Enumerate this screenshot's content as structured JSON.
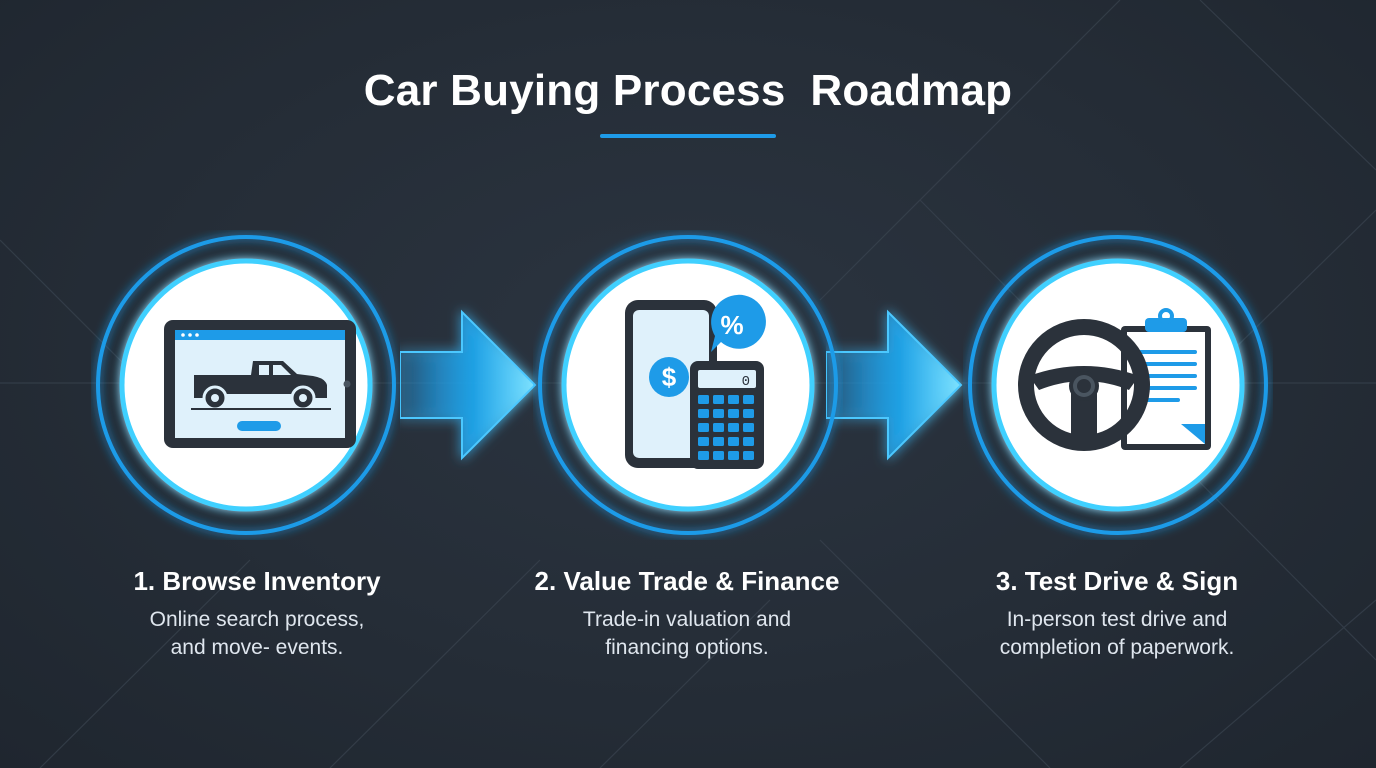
{
  "title": "Car Buying Process  Roadmap",
  "colors": {
    "background": "#252d37",
    "accent": "#1e9be8",
    "glow": "#3fd0ff",
    "icon_dark": "#2b323b",
    "icon_light": "#dff1fb"
  },
  "steps": [
    {
      "title": "1. Browse Inventory",
      "description_lines": [
        "Online search process,",
        "and move- events."
      ],
      "icon": "tablet-truck-icon"
    },
    {
      "title": "2. Value Trade & Finance",
      "description_lines": [
        "Trade-in valuation and",
        "financing options."
      ],
      "icon": "phone-calculator-icon",
      "icon_labels": {
        "dollar": "$",
        "percent": "%",
        "display": "0"
      }
    },
    {
      "title": "3. Test Drive & Sign",
      "description_lines": [
        "In-person test drive and",
        "completion of paperwork."
      ],
      "icon": "steering-wheel-clipboard-icon"
    }
  ],
  "connectors": [
    "arrow-right-icon",
    "arrow-right-icon"
  ]
}
